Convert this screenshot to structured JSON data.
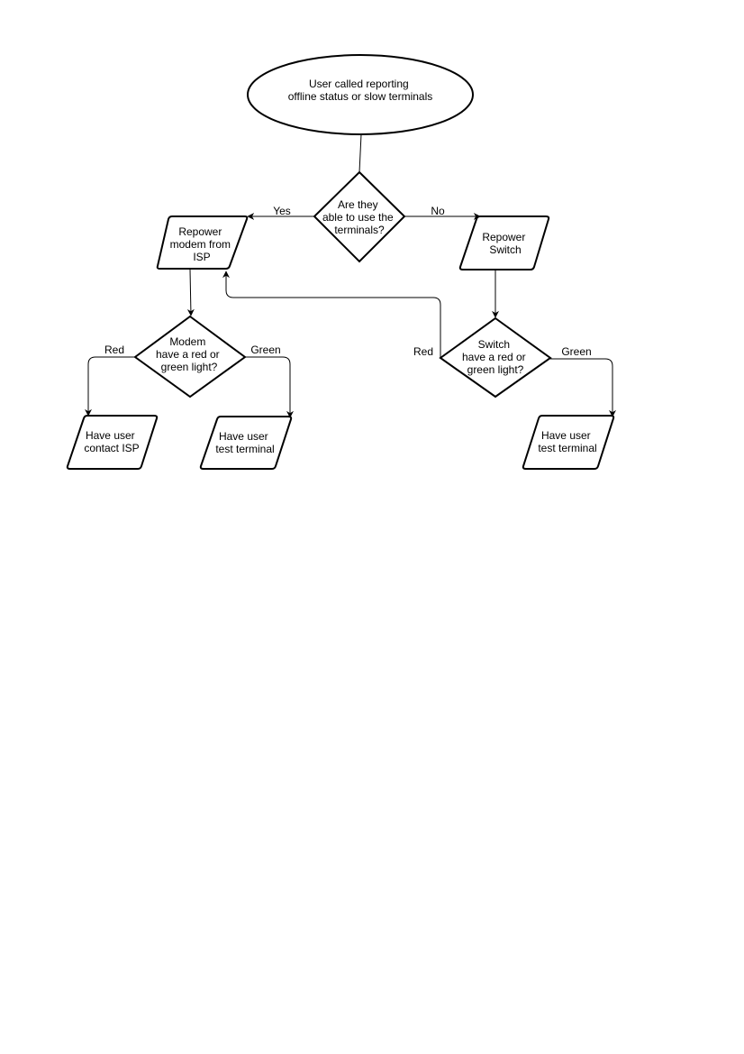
{
  "nodes": {
    "start": {
      "lines": [
        "User called reporting",
        "offline status or slow terminals"
      ]
    },
    "decision_use": {
      "lines": [
        "Are they",
        "able to use the",
        "terminals?"
      ]
    },
    "repower_modem": {
      "lines": [
        "Repower",
        "modem from",
        "ISP"
      ]
    },
    "repower_switch": {
      "lines": [
        "Repower",
        "Switch"
      ]
    },
    "decision_modem": {
      "lines": [
        "Modem",
        "have a red or",
        "green light?"
      ]
    },
    "decision_switch": {
      "lines": [
        "Switch",
        "have a red or",
        "green light?"
      ]
    },
    "contact_isp": {
      "lines": [
        "Have user",
        "contact ISP"
      ]
    },
    "test_terminal_modem": {
      "lines": [
        "Have user",
        "test terminal"
      ]
    },
    "test_terminal_switch": {
      "lines": [
        "Have user",
        "test terminal"
      ]
    }
  },
  "edge_labels": {
    "yes": "Yes",
    "no": "No",
    "modem_red": "Red",
    "modem_green": "Green",
    "switch_red": "Red",
    "switch_green": "Green"
  }
}
